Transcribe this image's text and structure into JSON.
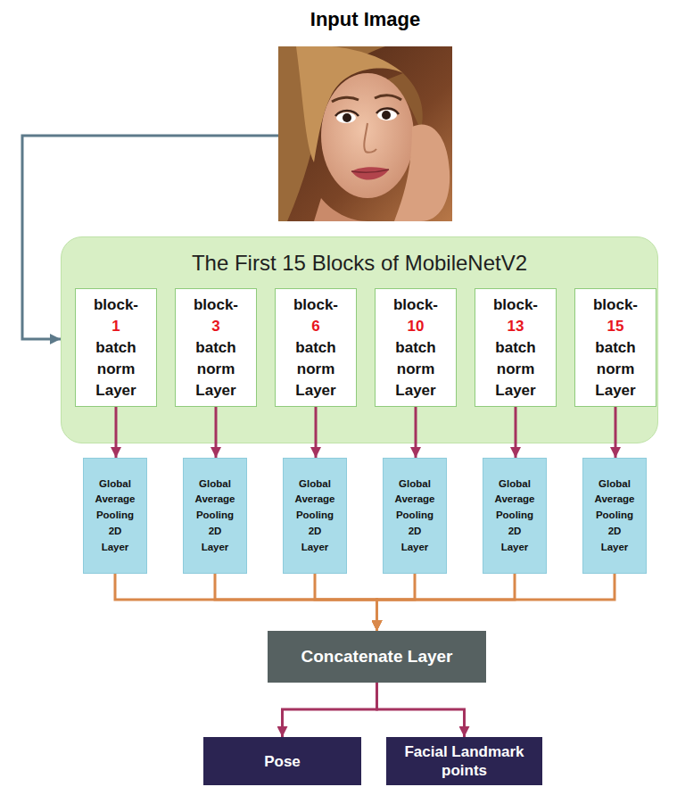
{
  "diagram": {
    "nodes": [
      {
        "text": [
          "Input Image"
        ]
      },
      {
        "text": [
          "The First 15 Blocks of MobileNetV2"
        ]
      },
      {
        "text": [
          "block-1 batch norm Layer"
        ],
        "in": 1
      },
      {
        "text": [
          "block-3 batch norm Layer"
        ],
        "in": 1
      },
      {
        "text": [
          "block-6 batch norm Layer"
        ],
        "in": 1
      },
      {
        "text": [
          "block-10 batch norm Layer"
        ],
        "in": 1
      },
      {
        "text": [
          "block-13 batch norm Layer"
        ],
        "in": 1
      },
      {
        "text": [
          "block-15 batch norm Layer"
        ],
        "in": 1
      },
      {
        "text": [
          "Global Average Pooling 2D Layer"
        ]
      },
      {
        "text": [
          "Global Average Pooling 2D Layer"
        ]
      },
      {
        "text": [
          "Global Average Pooling 2D Layer"
        ]
      },
      {
        "text": [
          "Global Average Pooling 2D Layer"
        ]
      },
      {
        "text": [
          "Global Average Pooling 2D Layer"
        ]
      },
      {
        "text": [
          "Global Average Pooling 2D Layer"
        ]
      },
      {
        "text": [
          "Concatenate Layer"
        ]
      },
      {
        "text": [
          "Pose"
        ]
      },
      {
        "text": [
          "Facial Landmark points"
        ]
      }
    ],
    "edges": [
      {
        "from": 0,
        "to": 1,
        "arrow": "to"
      },
      {
        "from": 2,
        "to": 8,
        "arrow": "to"
      },
      {
        "from": 3,
        "to": 9,
        "arrow": "to"
      },
      {
        "from": 4,
        "to": 10,
        "arrow": "to"
      },
      {
        "from": 5,
        "to": 11,
        "arrow": "to"
      },
      {
        "from": 6,
        "to": 12,
        "arrow": "to"
      },
      {
        "from": 7,
        "to": 13,
        "arrow": "to"
      },
      {
        "from": 8,
        "to": 14,
        "arrow": "to"
      },
      {
        "from": 9,
        "to": 14,
        "arrow": "to"
      },
      {
        "from": 10,
        "to": 14,
        "arrow": "to"
      },
      {
        "from": 11,
        "to": 14,
        "arrow": "to"
      },
      {
        "from": 12,
        "to": 14,
        "arrow": "to"
      },
      {
        "from": 13,
        "to": 14,
        "arrow": "to"
      },
      {
        "from": 14,
        "to": 15,
        "arrow": "to"
      },
      {
        "from": 14,
        "to": 16,
        "arrow": "to"
      }
    ]
  }
}
